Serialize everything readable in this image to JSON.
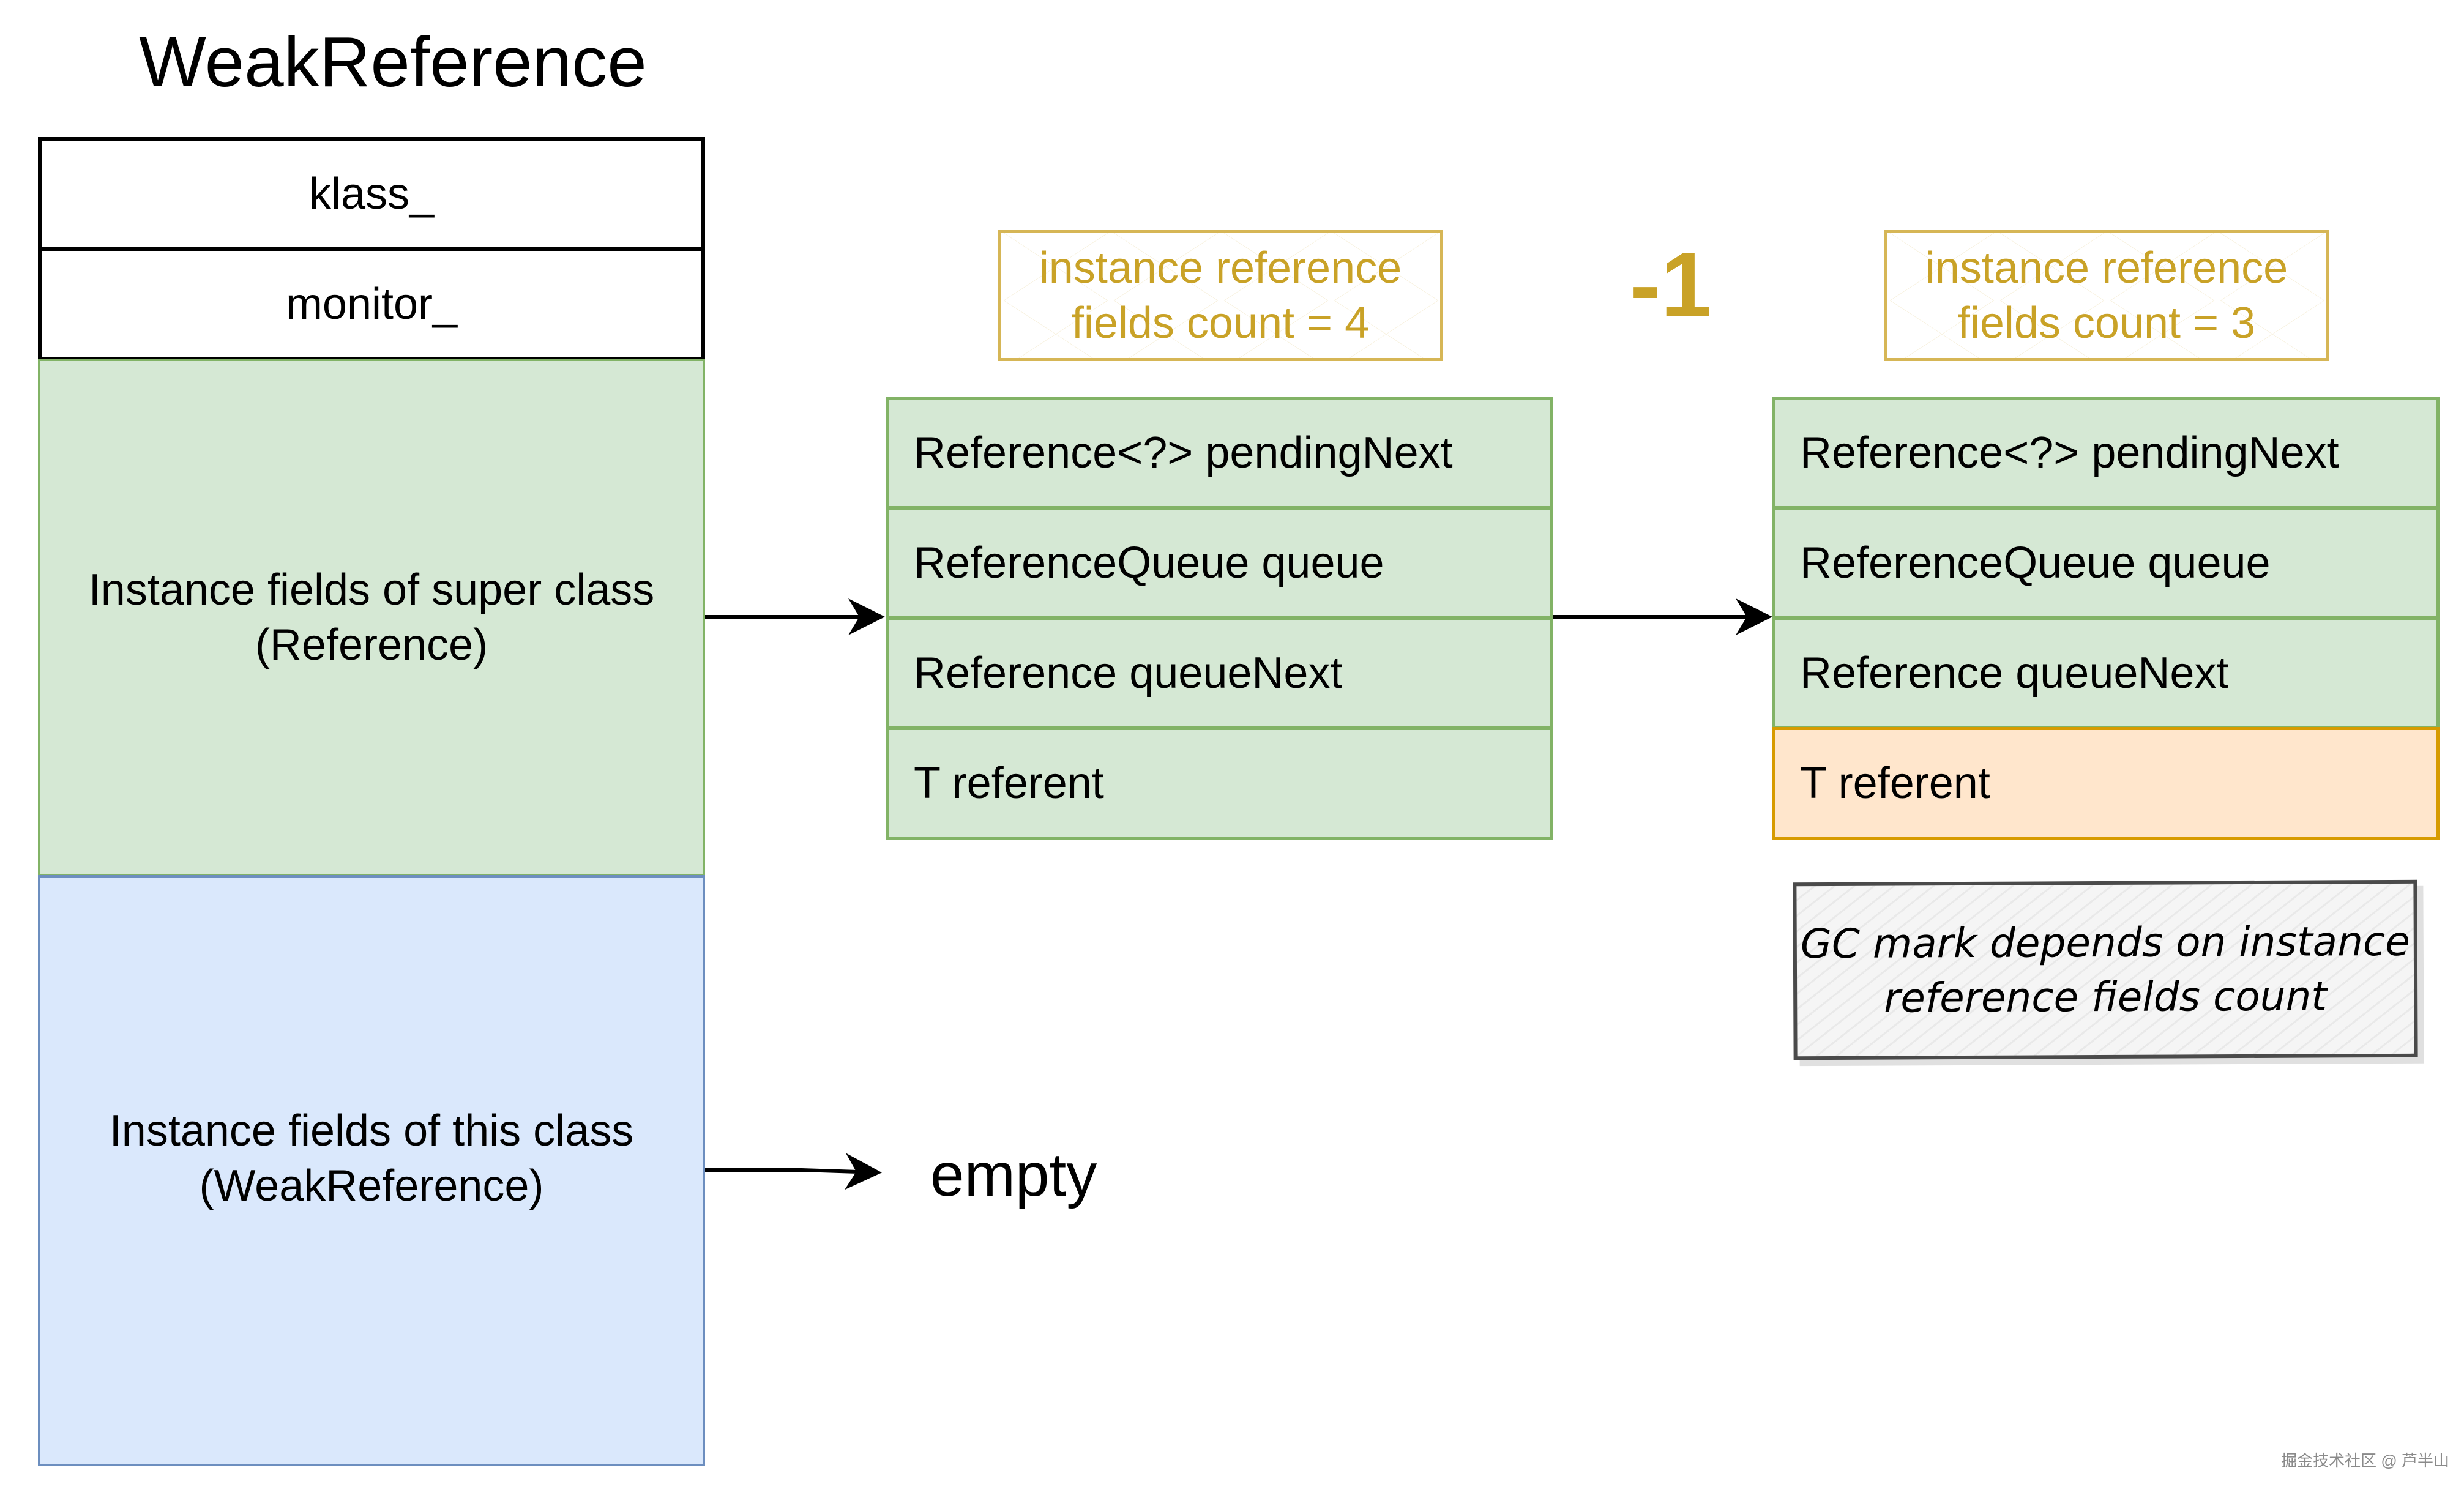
{
  "title": "WeakReference",
  "object_layout": {
    "header_fields": [
      "klass_",
      "monitor_"
    ],
    "super_fields": {
      "line1": "Instance fields of super class",
      "line2": "(Reference)"
    },
    "this_fields": {
      "line1": "Instance fields of this class",
      "line2": "(WeakReference)"
    }
  },
  "before": {
    "count_label": {
      "line1": "instance reference",
      "line2": "fields count = 4"
    },
    "fields": [
      "Reference<?> pendingNext",
      "ReferenceQueue queue",
      "Reference queueNext",
      "T referent"
    ]
  },
  "adjustment_label": "-1",
  "after": {
    "count_label": {
      "line1": "instance reference",
      "line2": "fields count = 3"
    },
    "fields": [
      "Reference<?> pendingNext",
      "ReferenceQueue queue",
      "Reference queueNext",
      "T referent"
    ]
  },
  "this_class_result": "empty",
  "note": {
    "line1": "GC mark depends on instance",
    "line2": "reference fields count"
  },
  "watermark": "掘金技术社区 @ 芦半山",
  "colors": {
    "super_fill": "#d5e8d4",
    "super_stroke": "#82b366",
    "this_fill": "#dae8fc",
    "this_stroke": "#6c8ebf",
    "excluded_fill": "#ffe6cc",
    "excluded_stroke": "#d79b00",
    "count_text": "#c9a227"
  }
}
